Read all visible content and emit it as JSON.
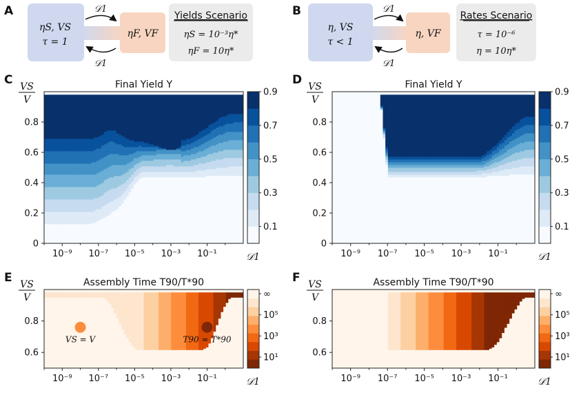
{
  "panels": {
    "A": "A",
    "B": "B",
    "C": "C",
    "D": "D",
    "E": "E",
    "F": "F"
  },
  "schematics": {
    "yields": {
      "left_box": [
        "ηS, VS",
        "τ = 1"
      ],
      "right_box": [
        "ηF, VF"
      ],
      "arrow_label_top": "𝒟1",
      "arrow_label_bottom": "𝒟1",
      "scenario_title": "Yields Scenario",
      "scenario_lines": [
        "ηS = 10⁻³η*",
        "ηF = 10η*"
      ]
    },
    "rates": {
      "left_box": [
        "η, VS",
        "τ < 1"
      ],
      "right_box": [
        "η, VF"
      ],
      "arrow_label_top": "𝒟1",
      "arrow_label_bottom": "𝒟1",
      "scenario_title": "Rates Scenario",
      "scenario_lines": [
        "τ = 10⁻⁶",
        "η = 10η*"
      ]
    }
  },
  "colors": {
    "left_box": "#cfd8ef",
    "right_box": "#f8d5c0",
    "scenario_box": "#ebebeb",
    "blue_scale": [
      "#f7fbff",
      "#deebf7",
      "#c6dbef",
      "#9ecae1",
      "#6baed6",
      "#4292c6",
      "#2171b5",
      "#08519c",
      "#08306b"
    ],
    "orange_scale": [
      "#fff5eb",
      "#fee6ce",
      "#fdd0a2",
      "#fdae6b",
      "#fd8d3c",
      "#f16913",
      "#d94801",
      "#a63603",
      "#7f2704"
    ],
    "marker_vs_v": "#fd8d3c",
    "marker_t90": "#7f2704"
  },
  "chart_data": [
    {
      "panel": "C",
      "type": "heatmap",
      "title": "Final Yield Y",
      "xlabel": "𝒟1",
      "ylabel": "VS / V",
      "x_scale": "log",
      "xlim": [
        1e-10,
        10
      ],
      "ylim": [
        0,
        1
      ],
      "x_ticks": [
        "10⁻⁹",
        "10⁻⁷",
        "10⁻⁵",
        "10⁻³",
        "10⁻¹"
      ],
      "y_ticks": [
        "0",
        "0.2",
        "0.4",
        "0.6",
        "0.8"
      ],
      "colorbar_ticks": [
        "0.1",
        "0.3",
        "0.5",
        "0.7",
        "0.9"
      ],
      "levels": [
        0.1,
        0.2,
        0.3,
        0.4,
        0.5,
        0.6,
        0.7,
        0.8,
        0.9
      ]
    },
    {
      "panel": "D",
      "type": "heatmap",
      "title": "Final Yield Y",
      "xlabel": "𝒟1",
      "ylabel": "VS / V",
      "x_scale": "log",
      "xlim": [
        1e-10,
        10
      ],
      "ylim": [
        0,
        1
      ],
      "x_ticks": [
        "10⁻⁹",
        "10⁻⁷",
        "10⁻⁵",
        "10⁻³",
        "10⁻¹"
      ],
      "y_ticks": [
        "0",
        "0.2",
        "0.4",
        "0.6",
        "0.8"
      ],
      "colorbar_ticks": [
        "0.1",
        "0.3",
        "0.5",
        "0.7",
        "0.9"
      ],
      "levels": [
        0.1,
        0.2,
        0.3,
        0.4,
        0.5,
        0.6,
        0.7,
        0.8,
        0.9
      ]
    },
    {
      "panel": "E",
      "type": "heatmap",
      "title": "Assembly Time T90/T*90",
      "xlabel": "𝒟1",
      "ylabel": "VS / V",
      "x_scale": "log",
      "xlim": [
        1e-10,
        10
      ],
      "ylim": [
        0.5,
        1
      ],
      "x_ticks": [
        "10⁻⁹",
        "10⁻⁷",
        "10⁻⁵",
        "10⁻³",
        "10⁻¹"
      ],
      "y_ticks": [
        "0.6",
        "0.8"
      ],
      "colorbar_ticks": [
        "∞",
        "10⁵",
        "10³",
        "10¹"
      ],
      "annotations": [
        {
          "text": "VS = V",
          "x": 1e-08,
          "y": 0.665
        },
        {
          "text": "T90 ≈ T*90",
          "x": 0.1,
          "y": 0.665
        }
      ],
      "markers": [
        {
          "name": "VS = V",
          "x": 1e-08,
          "y": 0.76
        },
        {
          "name": "T90 ≈ T*90",
          "x": 0.1,
          "y": 0.76
        }
      ]
    },
    {
      "panel": "F",
      "type": "heatmap",
      "title": "Assembly Time T90/T*90",
      "xlabel": "𝒟1",
      "ylabel": "VS / V",
      "x_scale": "log",
      "xlim": [
        1e-10,
        10
      ],
      "ylim": [
        0.5,
        1
      ],
      "x_ticks": [
        "10⁻⁹",
        "10⁻⁷",
        "10⁻⁵",
        "10⁻³",
        "10⁻¹"
      ],
      "y_ticks": [
        "0.6",
        "0.8"
      ],
      "colorbar_ticks": [
        "∞",
        "10⁵",
        "10³",
        "10¹"
      ]
    }
  ]
}
